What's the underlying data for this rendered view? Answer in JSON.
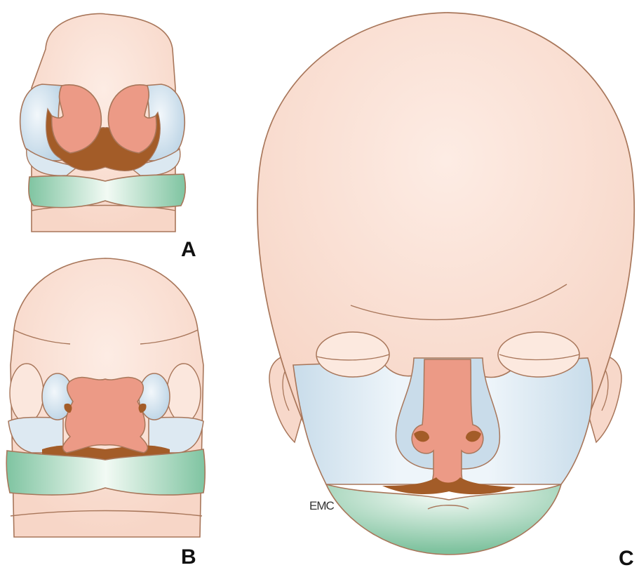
{
  "figure": {
    "panels": [
      {
        "label": "A"
      },
      {
        "label": "B"
      },
      {
        "label": "C"
      }
    ],
    "signature": "EMC"
  },
  "colors": {
    "skin": "#f9ddd0",
    "skin_light": "#fdece3",
    "outline": "#a8765a",
    "maxillary_blue": "#d3e4ef",
    "frontonasal_salmon": "#ec9a86",
    "mandibular_green": "#8ccbaa",
    "mouth_brown": "#a15a2a"
  }
}
